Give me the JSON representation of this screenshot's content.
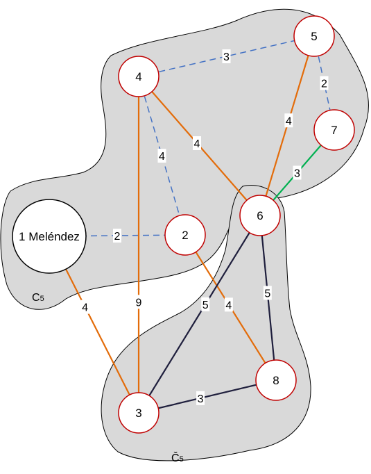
{
  "diagram": {
    "clusters": [
      {
        "id": "C5",
        "label": "C5",
        "base": "C",
        "sub": "5",
        "fill": "#d9d9d9",
        "stroke": "#000000"
      },
      {
        "id": "CH5",
        "label": "Č5",
        "base": "Č",
        "sub": "5",
        "fill": "#d9d9d9",
        "stroke": "#000000"
      }
    ],
    "nodes": [
      {
        "id": "n1",
        "label": "1 Meléndez",
        "fill": "#ffffff",
        "stroke": "#000000"
      },
      {
        "id": "n2",
        "label": "2",
        "fill": "#ffffff",
        "stroke": "#c00000"
      },
      {
        "id": "n3",
        "label": "3",
        "fill": "#ffffff",
        "stroke": "#c00000"
      },
      {
        "id": "n4",
        "label": "4",
        "fill": "#ffffff",
        "stroke": "#c00000"
      },
      {
        "id": "n5",
        "label": "5",
        "fill": "#ffffff",
        "stroke": "#c00000"
      },
      {
        "id": "n6",
        "label": "6",
        "fill": "#ffffff",
        "stroke": "#c00000"
      },
      {
        "id": "n7",
        "label": "7",
        "fill": "#ffffff",
        "stroke": "#c00000"
      },
      {
        "id": "n8",
        "label": "8",
        "fill": "#ffffff",
        "stroke": "#c00000"
      }
    ],
    "edges": [
      {
        "from": "n4",
        "to": "n5",
        "weight": "3",
        "style": "dashed",
        "color": "#4472c4"
      },
      {
        "from": "n5",
        "to": "n7",
        "weight": "2",
        "style": "dashed",
        "color": "#4472c4"
      },
      {
        "from": "n4",
        "to": "n2",
        "weight": "4",
        "style": "dashed",
        "color": "#4472c4"
      },
      {
        "from": "n1",
        "to": "n2",
        "weight": "2",
        "style": "dashed",
        "color": "#4472c4"
      },
      {
        "from": "n4",
        "to": "n6",
        "weight": "4",
        "style": "solid",
        "color": "#e36c0a"
      },
      {
        "from": "n5",
        "to": "n6",
        "weight": "4",
        "style": "solid",
        "color": "#e36c0a"
      },
      {
        "from": "n7",
        "to": "n6",
        "weight": "3",
        "style": "solid",
        "color": "#00b050"
      },
      {
        "from": "n4",
        "to": "n3",
        "weight": "9",
        "style": "solid",
        "color": "#e36c0a"
      },
      {
        "from": "n1",
        "to": "n3",
        "weight": "4",
        "style": "solid",
        "color": "#e36c0a"
      },
      {
        "from": "n2",
        "to": "n8",
        "weight": "4",
        "style": "solid",
        "color": "#e36c0a"
      },
      {
        "from": "n6",
        "to": "n3",
        "weight": "5",
        "style": "solid",
        "color": "#1f1f3d"
      },
      {
        "from": "n6",
        "to": "n8",
        "weight": "5",
        "style": "solid",
        "color": "#1f1f3d"
      },
      {
        "from": "n3",
        "to": "n8",
        "weight": "3",
        "style": "solid",
        "color": "#1f1f3d"
      }
    ]
  }
}
